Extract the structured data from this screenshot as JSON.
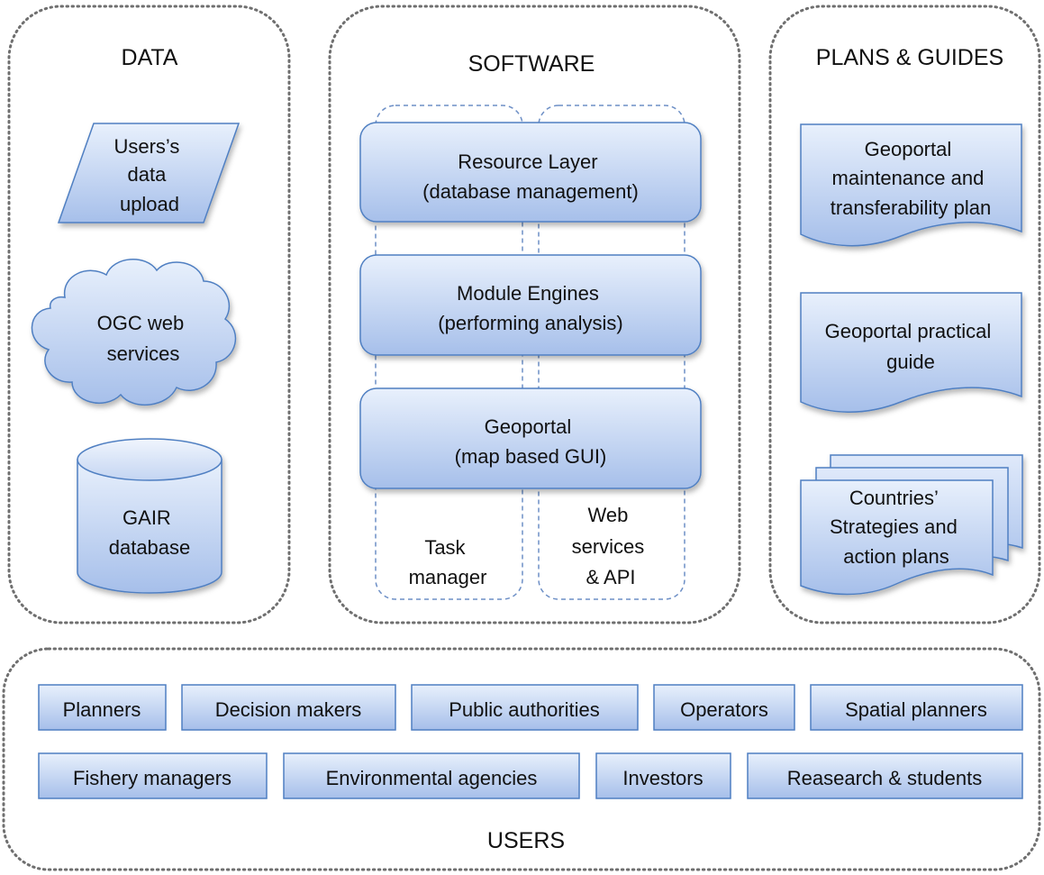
{
  "sections": {
    "data": "DATA",
    "software": "SOFTWARE",
    "plans": "PLANS & GUIDES",
    "users": "USERS"
  },
  "data_items": {
    "upload": [
      "Users’s",
      "data",
      "upload"
    ],
    "ogc": [
      "OGC web",
      "services"
    ],
    "gair": [
      "GAIR",
      "database"
    ]
  },
  "software": {
    "resource": [
      "Resource Layer",
      "(database management)"
    ],
    "module": [
      "Module Engines",
      "(performing analysis)"
    ],
    "geoportal": [
      "Geoportal",
      "(map based GUI)"
    ],
    "task_manager": [
      "Task",
      "manager"
    ],
    "web_services": [
      "Web",
      "services",
      "& API"
    ]
  },
  "plans": {
    "maintenance": [
      "Geoportal",
      "maintenance and",
      "transferability plan"
    ],
    "practical": [
      "Geoportal practical",
      "guide"
    ],
    "strategies": [
      "Countries’",
      "Strategies and",
      "action plans"
    ]
  },
  "users": {
    "row1": [
      "Planners",
      "Decision makers",
      "Public authorities",
      "Operators",
      "Spatial planners"
    ],
    "row2": [
      "Fishery managers",
      "Environmental agencies",
      "Investors",
      "Reasearch & students"
    ]
  },
  "colors": {
    "fill_light": "#e6eefb",
    "fill_dark": "#a9c1ea",
    "stroke": "#4f7fc2",
    "dotted": "#6f6f6f"
  }
}
